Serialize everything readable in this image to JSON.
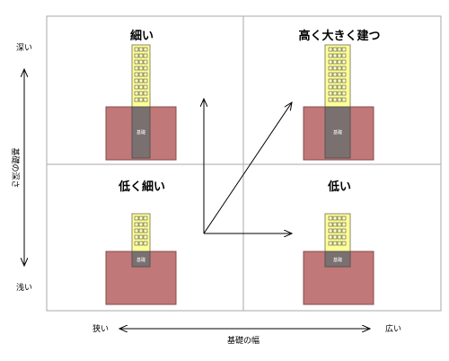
{
  "quadrants": {
    "top_left": {
      "title": "細い"
    },
    "top_right": {
      "title": "高く大きく建つ"
    },
    "bottom_left": {
      "title": "低く細い"
    },
    "bottom_right": {
      "title": "低い"
    }
  },
  "foundation_label": "基礎",
  "axes": {
    "vertical": {
      "title": "基礎の深さ",
      "top_label": "深い",
      "bottom_label": "浅い"
    },
    "horizontal": {
      "title": "基礎の幅",
      "left_label": "狭い",
      "right_label": "広い"
    }
  },
  "colors": {
    "ground": "#c07878",
    "foundation": "#7a7070",
    "building": "#ffff99",
    "frame": "#aaaaaa"
  }
}
